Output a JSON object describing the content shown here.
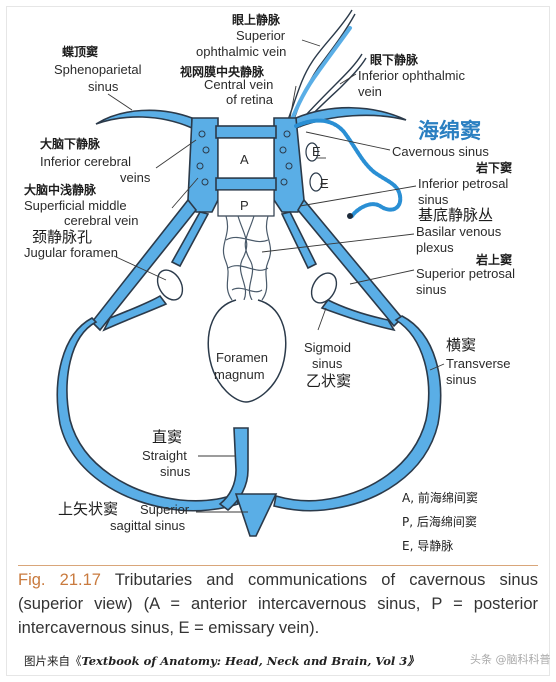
{
  "colors": {
    "sinus_fill": "#5aaee6",
    "outline": "#2b3a4a",
    "plexus_beads": "#2a8fd4",
    "caption_number": "#c97a3e",
    "title_zh": "#2a7fc1"
  },
  "labels": {
    "ophthalmic_sup_zh": "眼上静脉",
    "ophthalmic_sup_en_1": "Superior",
    "ophthalmic_sup_en_2": "ophthalmic vein",
    "central_retina_zh": "视网膜中央静脉",
    "central_retina_en_1": "Central vein",
    "central_retina_en_2": "of retina",
    "ophthalmic_inf_zh": "眼下静脉",
    "ophthalmic_inf_en_1": "Inferior ophthalmic",
    "ophthalmic_inf_en_2": "vein",
    "sphenoparietal_zh": "蝶顶窦",
    "sphenoparietal_en_1": "Sphenoparietal",
    "sphenoparietal_en_2": "sinus",
    "cavernous_zh": "海绵窦",
    "cavernous_en": "Cavernous sinus",
    "inf_cerebral_zh": "大脑下静脉",
    "inf_cerebral_en_1": "Inferior cerebral",
    "inf_cerebral_en_2": "veins",
    "inf_petrosal_zh": "岩下窦",
    "inf_petrosal_en_1": "Inferior petrosal",
    "inf_petrosal_en_2": "sinus",
    "sup_middle_zh": "大脑中浅静脉",
    "sup_middle_en_1": "Superficial middle",
    "sup_middle_en_2": "cerebral vein",
    "basilar_zh": "基底静脉丛",
    "basilar_en_1": "Basilar venous",
    "basilar_en_2": "plexus",
    "jugular_zh": "颈静脉孔",
    "jugular_en": "Jugular foramen",
    "sup_petrosal_zh": "岩上窦",
    "sup_petrosal_en_1": "Superior petrosal",
    "sup_petrosal_en_2": "sinus",
    "foramen_1": "Foramen",
    "foramen_2": "magnum",
    "sigmoid_en_1": "Sigmoid",
    "sigmoid_en_2": "sinus",
    "sigmoid_zh": "乙状窦",
    "transverse_zh": "横窦",
    "transverse_en_1": "Transverse",
    "transverse_en_2": "sinus",
    "straight_zh": "直窦",
    "straight_en_1": "Straight",
    "straight_en_2": "sinus",
    "sup_sagittal_zh": "上矢状窦",
    "sup_sagittal_en_1": "Superior",
    "sup_sagittal_en_2": "sagittal sinus",
    "mark_A": "A",
    "mark_P": "P",
    "mark_E1": "E",
    "mark_E2": "E"
  },
  "legend": [
    "A, 前海绵间窦",
    "P, 后海绵间窦",
    "E, 导静脉"
  ],
  "caption": {
    "fig_number": "Fig. 21.17",
    "text": "Tributaries and communications of cavernous sinus (superior view) (A = anterior intercavernous sinus, P = posterior intercavernous sinus, E = emissary vein)."
  },
  "source": {
    "prefix": "图片来自《",
    "book": "Textbook of Anatomy: Head, Neck and Brain, Vol 3》"
  },
  "watermark": "头条 @脑科科普"
}
